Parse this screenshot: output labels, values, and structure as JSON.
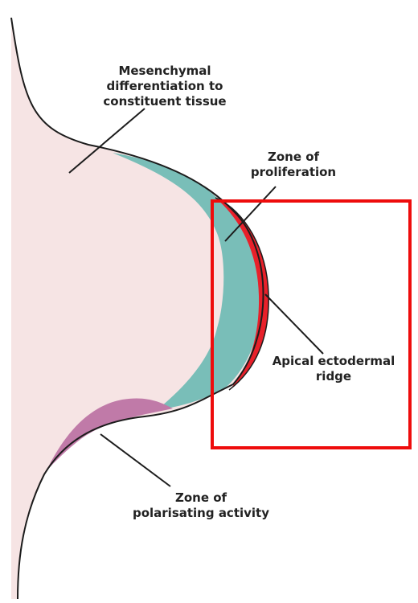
{
  "labels": {
    "mesenchymal": [
      "Mesenchymal",
      "differentiation to",
      "constituent tissue"
    ],
    "proliferation": [
      "Zone of",
      "proliferation"
    ],
    "aer": [
      "Apical ectodermal",
      "ridge"
    ],
    "zpa": [
      "Zone of",
      "polarisating activity"
    ]
  },
  "colors": {
    "limb_fill": "#f6e4e4",
    "proliferation_zone": "#79beb8",
    "apical_ridge": "#e8202a",
    "polarising_zone": "#c07aa8",
    "outline": "#1c1c1c",
    "highlight_box": "#ee0c0c"
  }
}
